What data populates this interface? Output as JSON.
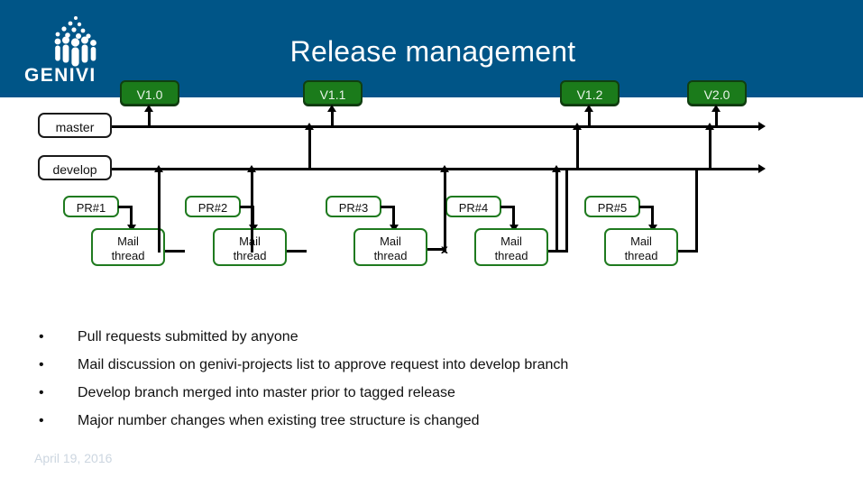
{
  "header": {
    "title": "Release management",
    "logo_wordmark": "GENIVI",
    "background_color": "#005587"
  },
  "diagram": {
    "branches": [
      {
        "label": "master"
      },
      {
        "label": "develop"
      }
    ],
    "version_tags": [
      {
        "label": "V1.0"
      },
      {
        "label": "V1.1"
      },
      {
        "label": "V1.2"
      },
      {
        "label": "V2.0"
      }
    ],
    "pull_requests": [
      {
        "pr_label": "PR#1",
        "thread_line1": "Mail",
        "thread_line2": "thread",
        "merged": true
      },
      {
        "pr_label": "PR#2",
        "thread_line1": "Mail",
        "thread_line2": "thread",
        "merged": true
      },
      {
        "pr_label": "PR#3",
        "thread_line1": "Mail",
        "thread_line2": "thread",
        "merged": false,
        "reject_mark": "x"
      },
      {
        "pr_label": "PR#4",
        "thread_line1": "Mail",
        "thread_line2": "thread",
        "merged": true
      },
      {
        "pr_label": "PR#5",
        "thread_line1": "Mail",
        "thread_line2": "thread",
        "merged": true
      }
    ],
    "colors": {
      "tag_fill": "#1b7b1b",
      "tag_border": "#103f10",
      "box_border": "#1f7a1f",
      "branch_line": "#000000"
    }
  },
  "bullets": [
    {
      "marker": "•",
      "text": "Pull requests submitted by anyone"
    },
    {
      "marker": "•",
      "text": "Mail discussion on genivi-projects list to approve request into develop branch"
    },
    {
      "marker": "•",
      "text": "Develop branch merged into master prior to tagged release"
    },
    {
      "marker": "•",
      "text": "Major number changes when existing tree structure is changed"
    }
  ],
  "footer": {
    "date": "April 19, 2016"
  }
}
